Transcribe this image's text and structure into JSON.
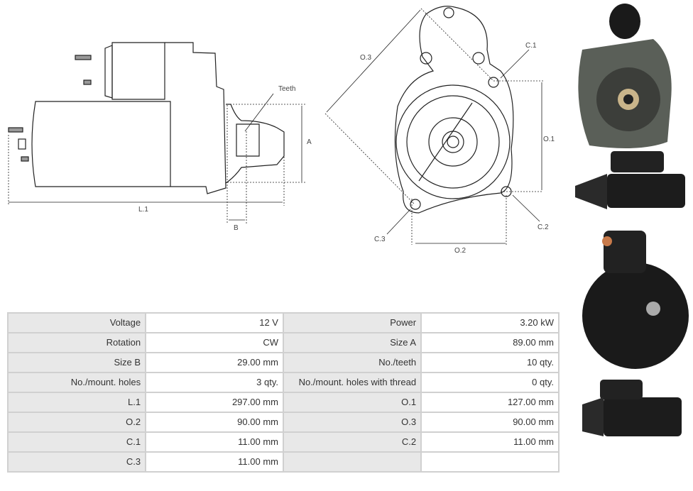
{
  "drawing_labels": {
    "teeth": "Teeth",
    "a": "A",
    "l1": "L.1",
    "b": "B",
    "o3": "O.3",
    "c1": "C.1",
    "o1": "O.1",
    "c2": "C.2",
    "c3": "C.3",
    "o2": "O.2"
  },
  "specs": [
    {
      "k1": "Voltage",
      "v1": "12 V",
      "k2": "Power",
      "v2": "3.20 kW"
    },
    {
      "k1": "Rotation",
      "v1": "CW",
      "k2": "Size A",
      "v2": "89.00 mm"
    },
    {
      "k1": "Size B",
      "v1": "29.00 mm",
      "k2": "No./teeth",
      "v2": "10 qty."
    },
    {
      "k1": "No./mount. holes",
      "v1": "3 qty.",
      "k2": "No./mount. holes with thread",
      "v2": "0 qty."
    },
    {
      "k1": "L.1",
      "v1": "297.00 mm",
      "k2": "O.1",
      "v2": "127.00 mm"
    },
    {
      "k1": "O.2",
      "v1": "90.00 mm",
      "k2": "O.3",
      "v2": "90.00 mm"
    },
    {
      "k1": "C.1",
      "v1": "11.00 mm",
      "k2": "C.2",
      "v2": "11.00 mm"
    },
    {
      "k1": "C.3",
      "v1": "11.00 mm",
      "k2": "",
      "v2": ""
    }
  ]
}
